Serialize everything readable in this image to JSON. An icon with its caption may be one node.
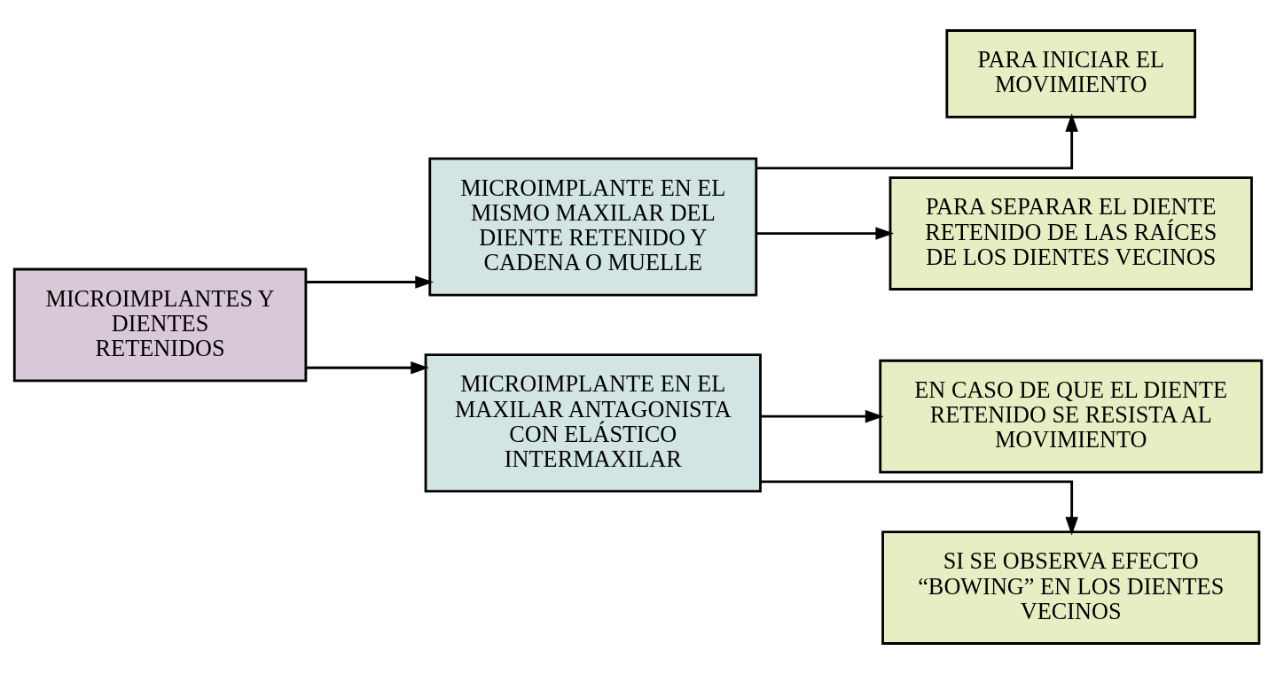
{
  "diagram": {
    "nodes": [
      {
        "text": [
          "MICROIMPLANTES Y DIENTES RETENIDOS"
        ]
      },
      {
        "text": [
          "MICROIMPLANTE EN EL MISMO MAXILAR DEL DIENTE RETENIDO Y CADENA O MUELLE"
        ]
      },
      {
        "text": [
          "PARA INICIAR EL MOVIMIENTO"
        ]
      },
      {
        "text": [
          "PARA SEPARAR EL DIENTE RETENIDO DE LAS RAÍCES DE LOS DIENTES VECINOS"
        ]
      },
      {
        "text": [
          "MICROIMPLANTE EN EL MAXILAR ANTAGONISTA CON ELÁSTICO INTERMAXILAR"
        ]
      },
      {
        "text": [
          "EN CASO DE QUE EL DIENTE RETENIDO SE RESISTA AL MOVIMIENTO"
        ]
      },
      {
        "text": [
          "SI SE OBSERVA EFECTO “BOWING” EN LOS DIENTES VECINOS"
        ]
      }
    ],
    "edges": [
      {
        "from": 0,
        "to": 1,
        "arrow": "to"
      },
      {
        "from": 0,
        "to": 4,
        "arrow": "to"
      },
      {
        "from": 1,
        "to": 2,
        "arrow": "to"
      },
      {
        "from": 1,
        "to": 3,
        "arrow": "to"
      },
      {
        "from": 4,
        "to": 5,
        "arrow": "to"
      },
      {
        "from": 4,
        "to": 6,
        "arrow": "to"
      }
    ]
  }
}
